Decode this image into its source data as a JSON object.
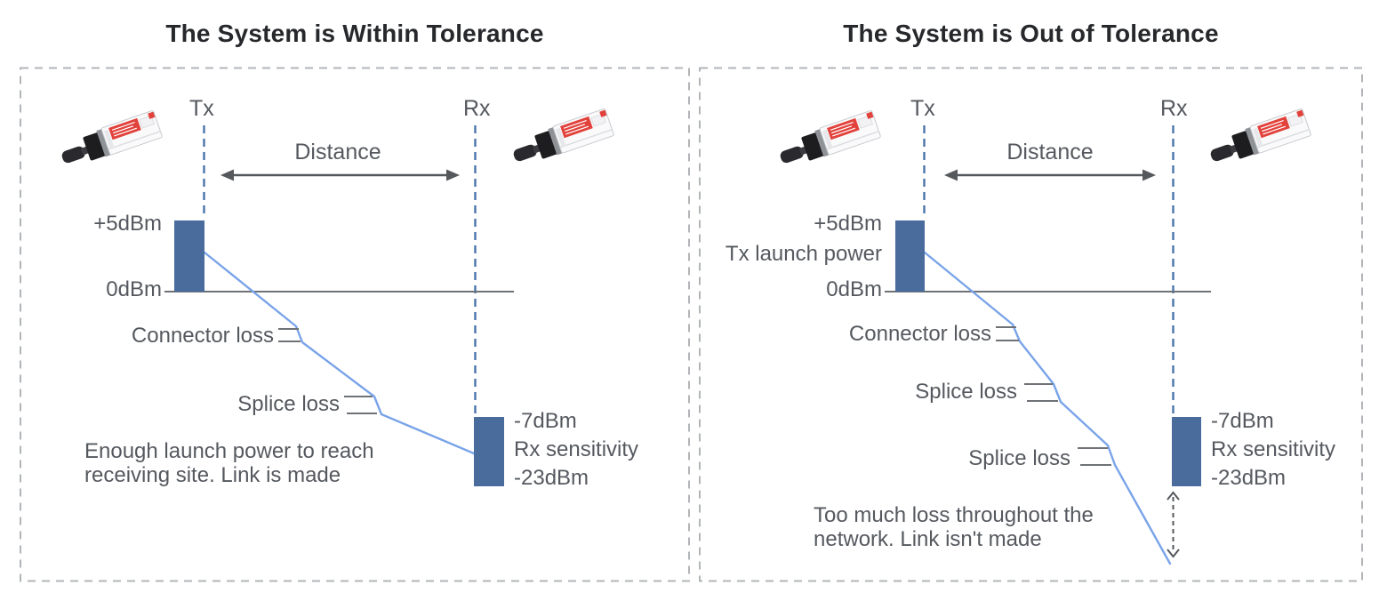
{
  "panels": [
    {
      "title": "The System is Within Tolerance",
      "tx_label": "Tx",
      "rx_label": "Rx",
      "distance_label": "Distance",
      "tx_power_label": "+5dBm",
      "zero_label": "0dBm",
      "connector_loss_label": "Connector loss",
      "splice_loss_label": "Splice loss",
      "rx_overload_label": "-7dBm",
      "rx_sensitivity_label": "Rx sensitivity",
      "rx_floor_label": "-23dBm",
      "note_lines": [
        "Enough launch power to reach",
        "receiving site. Link is made"
      ]
    },
    {
      "title": "The System is Out of Tolerance",
      "tx_label": "Tx",
      "rx_label": "Rx",
      "distance_label": "Distance",
      "tx_power_label": "+5dBm",
      "tx_launch_label": "Tx launch power",
      "zero_label": "0dBm",
      "connector_loss_label": "Connector loss",
      "splice_loss_label_1": "Splice loss",
      "splice_loss_label_2": "Splice loss",
      "rx_overload_label": "-7dBm",
      "rx_sensitivity_label": "Rx sensitivity",
      "rx_floor_label": "-23dBm",
      "note_lines": [
        "Too much loss throughout the",
        "network. Link isn't made"
      ]
    }
  ],
  "colors": {
    "bar": "#4a6c9d",
    "loss_line": "#7aa4e9",
    "guide": "#4b74ac",
    "axis": "#6e7276",
    "arrow": "#55585c",
    "marker": "#6e7276",
    "text": "#55595f",
    "title": "#26282b",
    "border": "#b2b5b8",
    "sfp_red": "#e2423c",
    "sfp_dark": "#1d1d20"
  }
}
